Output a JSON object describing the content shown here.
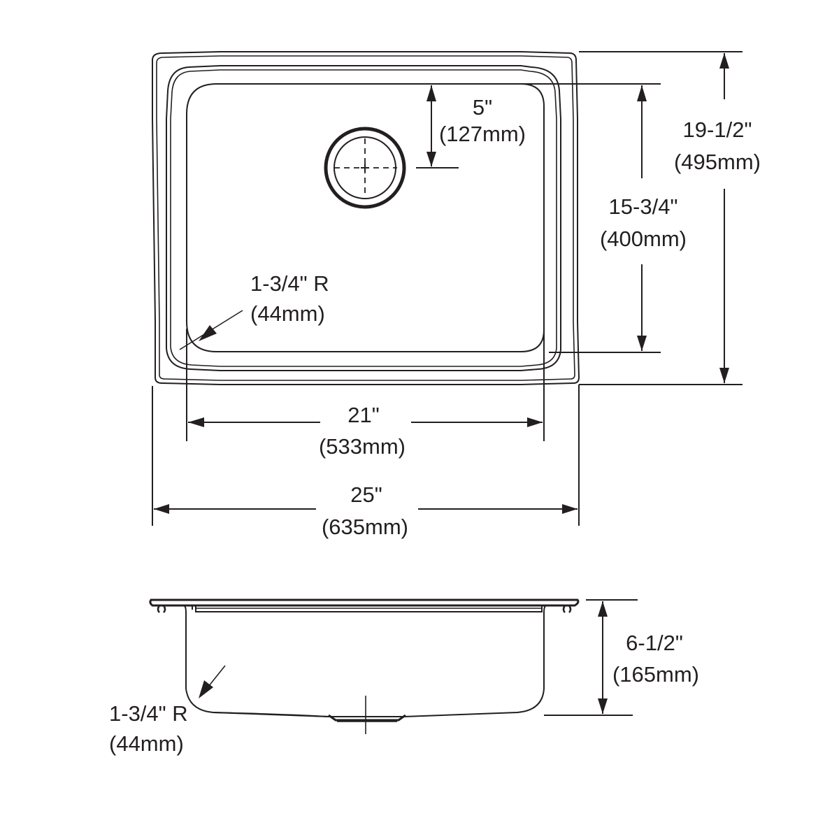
{
  "drawing": {
    "colors": {
      "line": "#231f20",
      "background": "#ffffff"
    },
    "top_view": {
      "drain_offset": {
        "imperial": "5\"",
        "metric": "(127mm)"
      },
      "bowl_length": {
        "imperial": "15-3/4\"",
        "metric": "(400mm)"
      },
      "overall_length": {
        "imperial": "19-1/2\"",
        "metric": "(495mm)"
      },
      "corner_radius": {
        "imperial": "1-3/4\" R",
        "metric": "(44mm)"
      },
      "bowl_width": {
        "imperial": "21\"",
        "metric": "(533mm)"
      },
      "overall_width": {
        "imperial": "25\"",
        "metric": "(635mm)"
      }
    },
    "side_view": {
      "bowl_depth": {
        "imperial": "6-1/2\"",
        "metric": "(165mm)"
      },
      "corner_radius": {
        "imperial": "1-3/4\" R",
        "metric": "(44mm)"
      }
    }
  }
}
